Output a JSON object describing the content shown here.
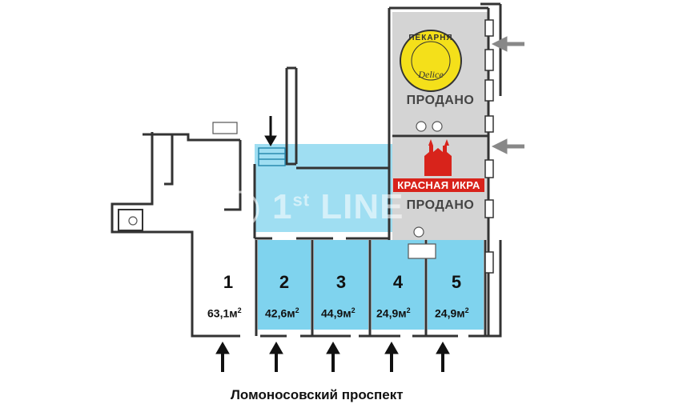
{
  "units": [
    {
      "number": "1",
      "area": "63,1м",
      "area_sup": "2",
      "status": "available"
    },
    {
      "number": "2",
      "area": "42,6м",
      "area_sup": "2",
      "status": "available"
    },
    {
      "number": "3",
      "area": "44,9м",
      "area_sup": "2",
      "status": "available"
    },
    {
      "number": "4",
      "area": "24,9м",
      "area_sup": "2",
      "status": "available"
    },
    {
      "number": "5",
      "area": "24,9м",
      "area_sup": "2",
      "status": "available"
    }
  ],
  "sold_units": [
    {
      "status_text": "ПРОДАНО",
      "brand": "ПЕКАРНЯ Delice"
    },
    {
      "status_text": "ПРОДАНО",
      "brand": "КРАСНАЯ ИКРА"
    }
  ],
  "bakery_logo": {
    "line1": "ПЕКАРНЯ",
    "line2": "Delice"
  },
  "caviar_logo": {
    "text": "КРАСНАЯ ИКРА"
  },
  "watermark": {
    "text": "1",
    "sup": "st",
    "tail": " LINE"
  },
  "street": "Ломоносовский проспект",
  "colors": {
    "available": "#7fd3ee",
    "sold": "#d4d4d4",
    "wall": "#333333",
    "accent_red": "#d8231b",
    "logo_yellow": "#f4e01a"
  }
}
